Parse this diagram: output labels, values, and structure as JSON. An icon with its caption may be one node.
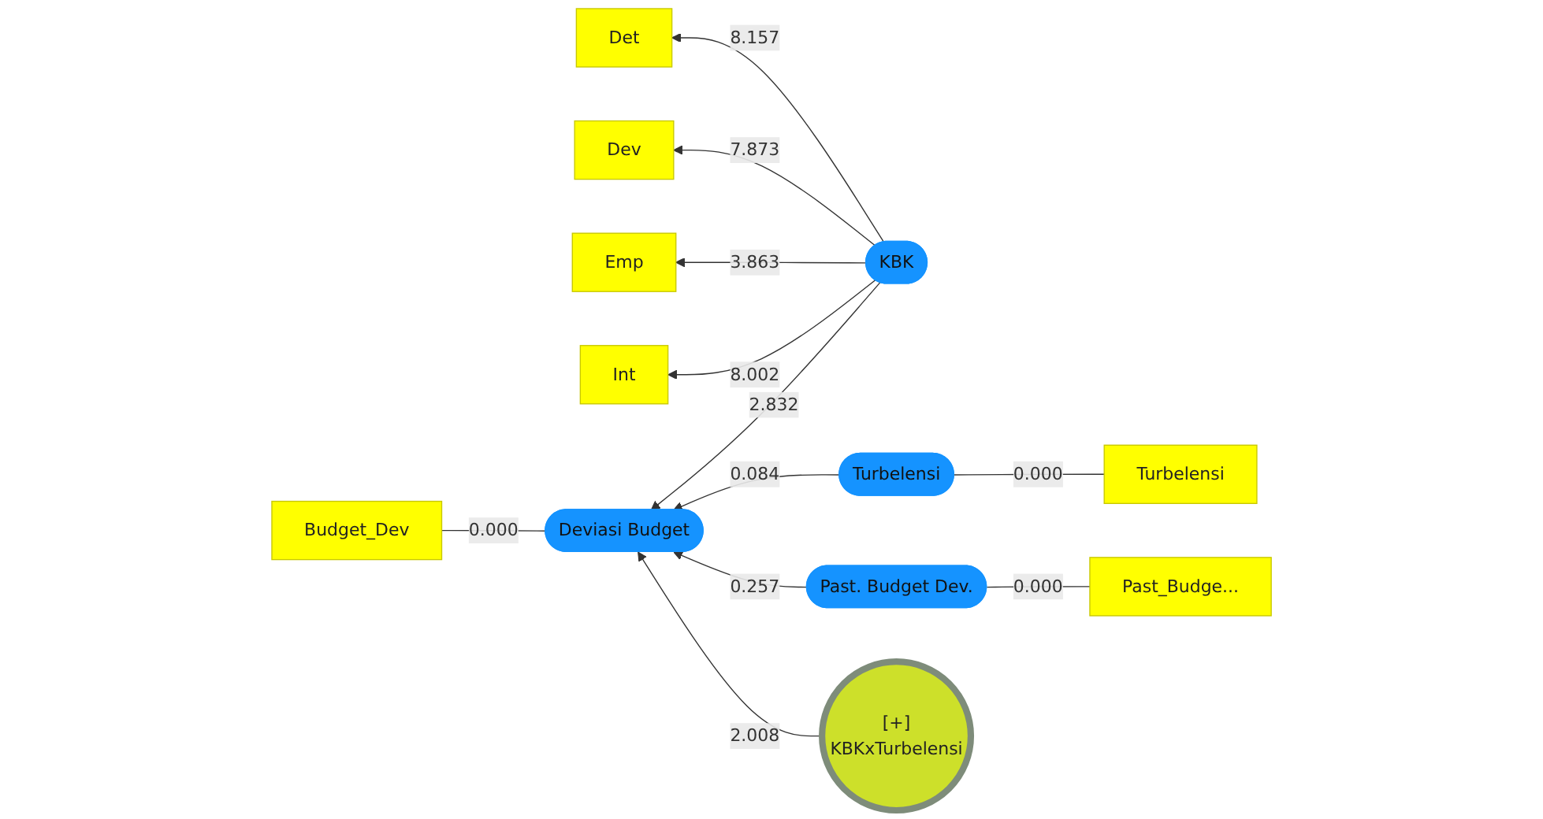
{
  "diagram": {
    "nodes": [
      {
        "text": [
          "Det"
        ]
      },
      {
        "text": [
          "Dev"
        ]
      },
      {
        "text": [
          "Emp"
        ]
      },
      {
        "text": [
          "Int"
        ]
      },
      {
        "text": [
          "KBK"
        ]
      },
      {
        "text": [
          "Turbelensi"
        ]
      },
      {
        "text": [
          "Turbelensi"
        ]
      },
      {
        "text": [
          "Deviasi Budget"
        ]
      },
      {
        "text": [
          "Budget_Dev"
        ]
      },
      {
        "text": [
          "Past_Budge..."
        ]
      },
      {
        "text": [
          "Past. Budget Dev."
        ]
      },
      {
        "text": [
          "[+]",
          "KBKxTurbelensi"
        ]
      }
    ],
    "edges": [
      {
        "from": 4,
        "to": 0,
        "arrow": "to",
        "label": "8.157"
      },
      {
        "from": 4,
        "to": 1,
        "arrow": "to",
        "label": "7.873"
      },
      {
        "from": 4,
        "to": 2,
        "arrow": "to",
        "label": "3.863"
      },
      {
        "from": 4,
        "to": 3,
        "arrow": "to",
        "label": "8.002"
      },
      {
        "from": 5,
        "to": 6,
        "arrow": "none",
        "label": "0.000"
      },
      {
        "from": 4,
        "to": 7,
        "arrow": "to",
        "label": "2.832"
      },
      {
        "from": 6,
        "to": 7,
        "arrow": "to",
        "label": "0.084"
      },
      {
        "from": 7,
        "to": 8,
        "arrow": "none",
        "label": "0.000"
      },
      {
        "from": 9,
        "to": 10,
        "arrow": "none",
        "label": "0.000"
      },
      {
        "from": 10,
        "to": 7,
        "arrow": "to",
        "label": "0.257"
      },
      {
        "from": 11,
        "to": 7,
        "arrow": "to",
        "label": "2.008"
      }
    ]
  }
}
